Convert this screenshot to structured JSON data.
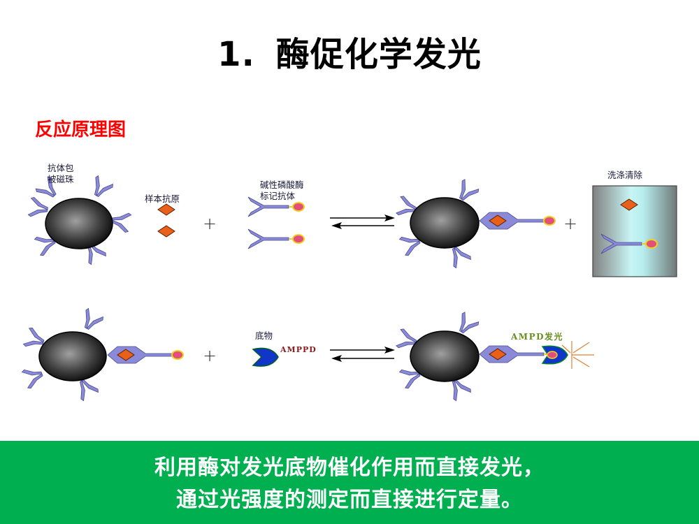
{
  "slide": {
    "title_number": "1.",
    "title_text": "酶促化学发光",
    "subtitle": "反应原理图"
  },
  "diagram": {
    "labels": {
      "coated_beads_line1": "抗体包",
      "coated_beads_line2": "被磁珠",
      "sample_antigen": "样本抗原",
      "alp_antibody_line1": "碱性磷酸酶",
      "alp_antibody_line2": "标记抗体",
      "wash": "洗涤清除",
      "substrate": "底物",
      "substrate_name": "AMPPD",
      "luminescence": "AMPD发光"
    },
    "operators": {
      "plus": "+"
    },
    "colors": {
      "bead_dark": "#111111",
      "bead_light": "#9a9a9a",
      "antibody": "#8080d0",
      "antigen": "#e8601a",
      "enzyme": "#e0507a",
      "substrate": "#1030c0",
      "wash_tube": "#bff0f0",
      "glow": "#e08030"
    }
  },
  "footer": {
    "line1": "利用酶对发光底物催化作用而直接发光，",
    "line2": "通过光强度的测定而直接进行定量。",
    "background": "#00b050"
  }
}
